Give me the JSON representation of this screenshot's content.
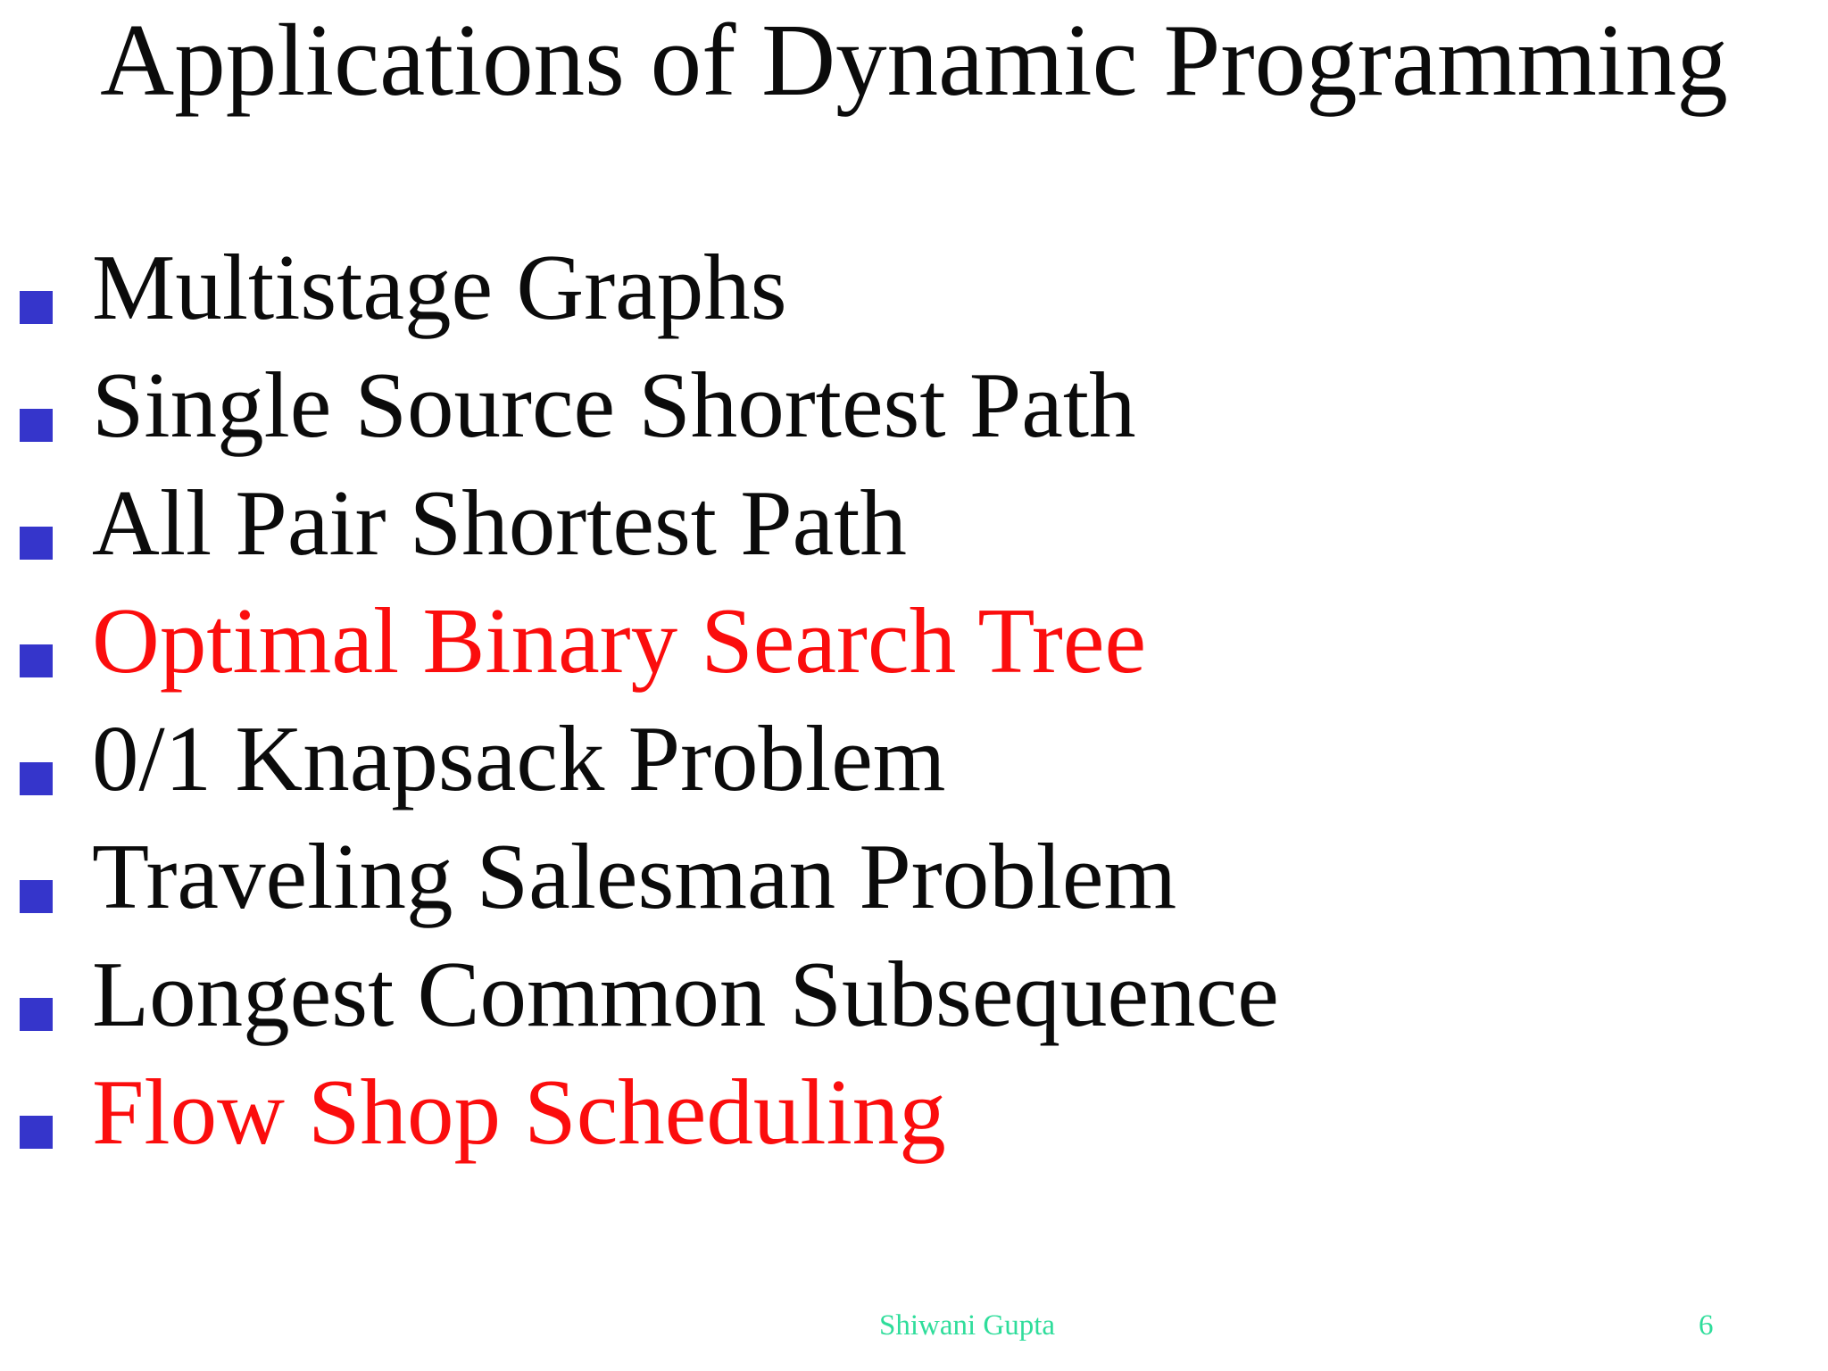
{
  "title": "Applications of Dynamic Programming",
  "list": {
    "items": [
      {
        "text": "Multistage Graphs",
        "emphasis": "normal"
      },
      {
        "text": "Single Source Shortest Path",
        "emphasis": "normal"
      },
      {
        "text": "All Pair Shortest Path",
        "emphasis": "normal"
      },
      {
        "text": "Optimal Binary Search Tree",
        "emphasis": "highlight"
      },
      {
        "text": "0/1 Knapsack Problem",
        "emphasis": "normal"
      },
      {
        "text": "Traveling Salesman Problem",
        "emphasis": "normal"
      },
      {
        "text": "Longest Common Subsequence",
        "emphasis": "normal"
      },
      {
        "text": "Flow Shop Scheduling",
        "emphasis": "highlight"
      }
    ]
  },
  "footer": {
    "author": "Shiwani Gupta",
    "page_number": "6"
  },
  "colors": {
    "text": "#0b0b0b",
    "highlight": "#fb0d0d",
    "bullet": "#3535cb",
    "footer": "#2fdd9b",
    "background": "#ffffff"
  }
}
